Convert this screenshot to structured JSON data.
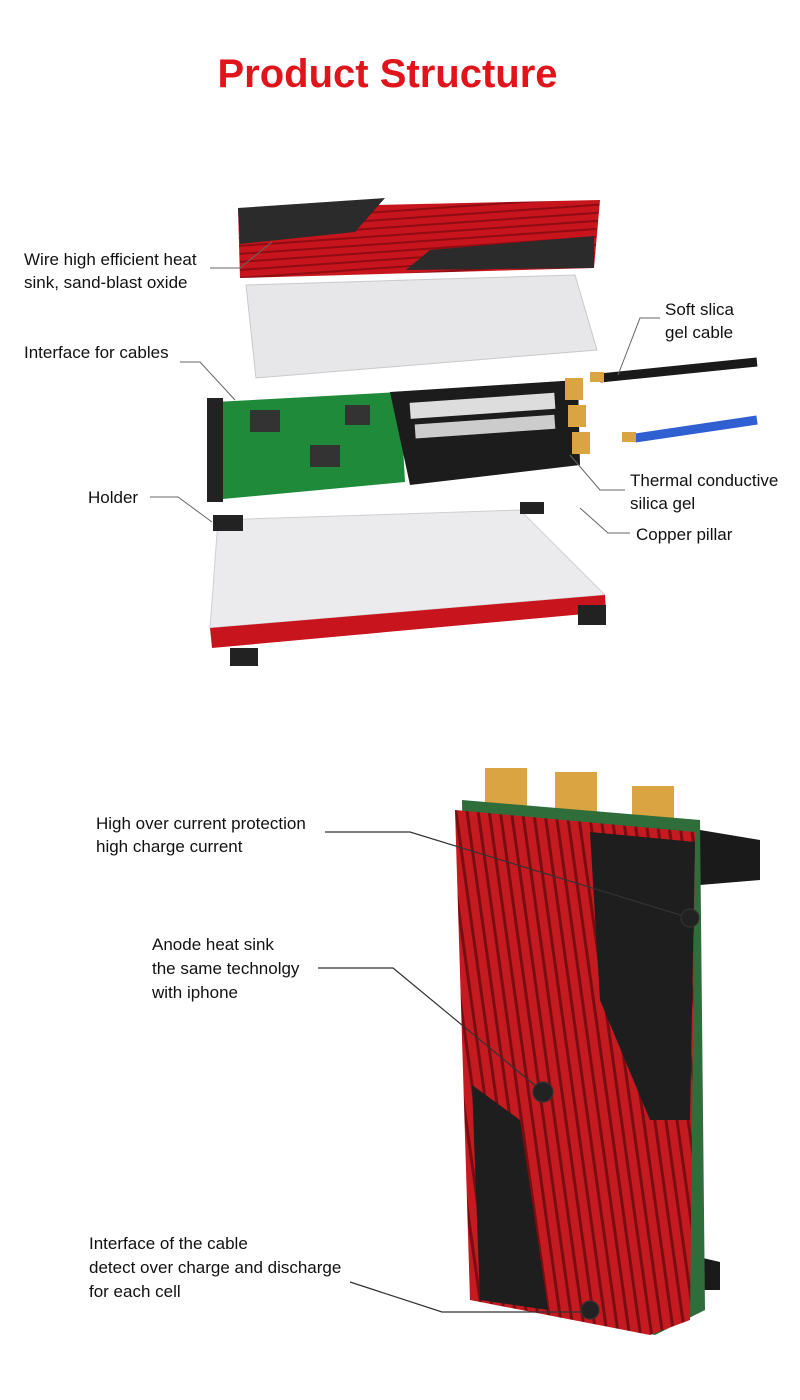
{
  "title": "Product Structure",
  "colors": {
    "title": "#e0141a",
    "heatsink_red": "#c8141c",
    "pcb_green": "#1f8a3a"
  },
  "exploded_view": {
    "labels": [
      {
        "lines": [
          "Wire high efficient heat",
          "sink, sand-blast oxide"
        ]
      },
      {
        "lines": [
          "Interface for cables"
        ]
      },
      {
        "lines": [
          "Holder"
        ]
      },
      {
        "lines": [
          "Soft slica",
          "gel cable"
        ]
      },
      {
        "lines": [
          "Thermal conductive",
          "silica gel"
        ]
      },
      {
        "lines": [
          "Copper pillar"
        ]
      }
    ]
  },
  "assembled_view": {
    "labels": [
      {
        "lines": [
          "High over current protection",
          "high charge current"
        ]
      },
      {
        "lines": [
          "Anode heat sink",
          "the same technolgy",
          "with iphone"
        ]
      },
      {
        "lines": [
          "Interface of the cable",
          "detect over charge and discharge",
          "for each cell"
        ]
      }
    ]
  }
}
